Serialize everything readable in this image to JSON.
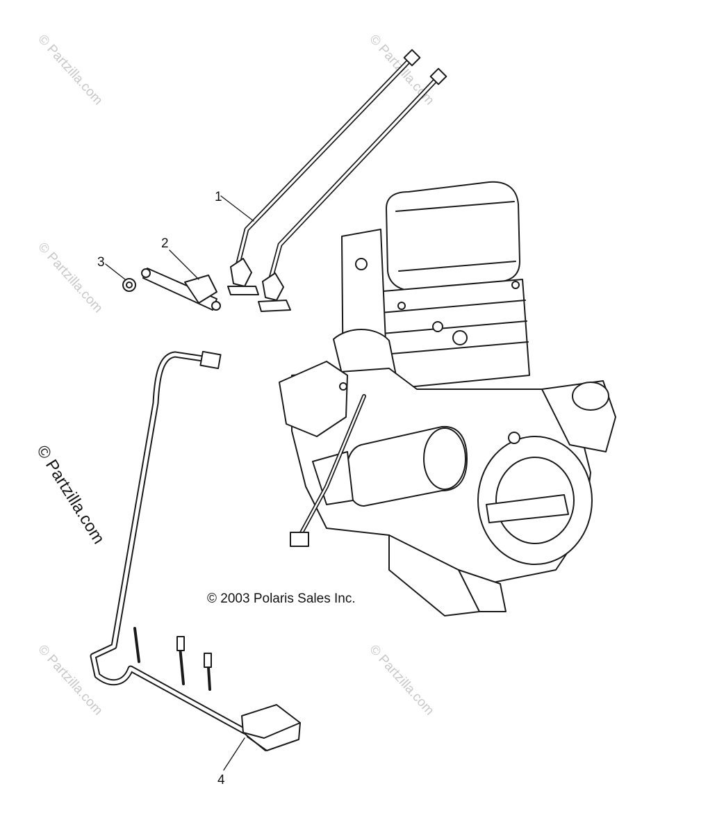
{
  "diagram": {
    "callouts": [
      "1",
      "2",
      "3",
      "4"
    ],
    "copyright": "© 2003 Polaris Sales Inc.",
    "watermark": "© Partzilla.com",
    "watermark_large": "© Partzilla.com"
  },
  "colors": {
    "line": "#1a1a1a",
    "watermark": "#c8c8c8",
    "background": "#ffffff"
  }
}
